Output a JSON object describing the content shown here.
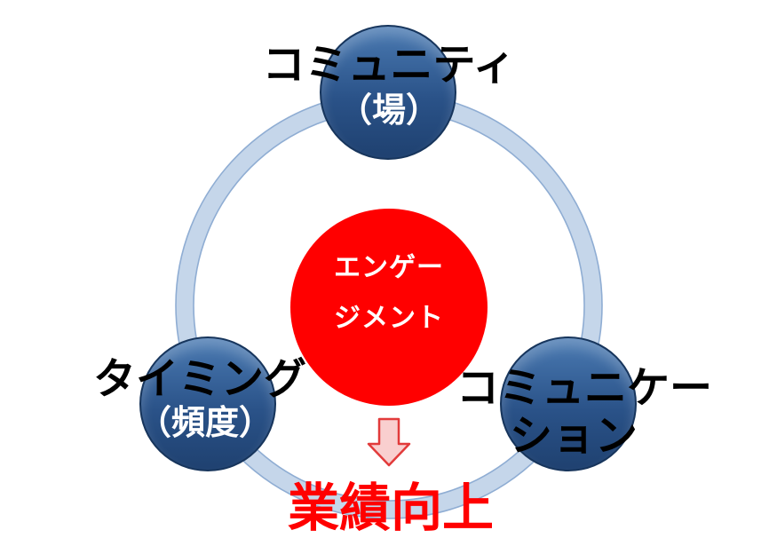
{
  "diagram": {
    "nodes": {
      "top": {
        "title": "コミュニティ",
        "subtitle": "（場）"
      },
      "left": {
        "title": "タイミング",
        "subtitle": "（頻度）"
      },
      "right": {
        "title": "コミュニケー",
        "subtitle": "ション"
      }
    },
    "center": {
      "line1": "エンゲー",
      "line2": "ジメント"
    },
    "outcome": {
      "label": "業績向上"
    },
    "colors": {
      "node_fill": "#2a5288",
      "node_border": "#17355c",
      "ring_band": "#c5d6ea",
      "ring_edge": "#8fadd3",
      "center_fill": "#ff0000",
      "center_text": "#ffffff",
      "arrow_fill": "#f9cfcf",
      "arrow_stroke": "#e23b3b",
      "outcome_text": "#ff0000",
      "title_text": "#000000"
    }
  }
}
